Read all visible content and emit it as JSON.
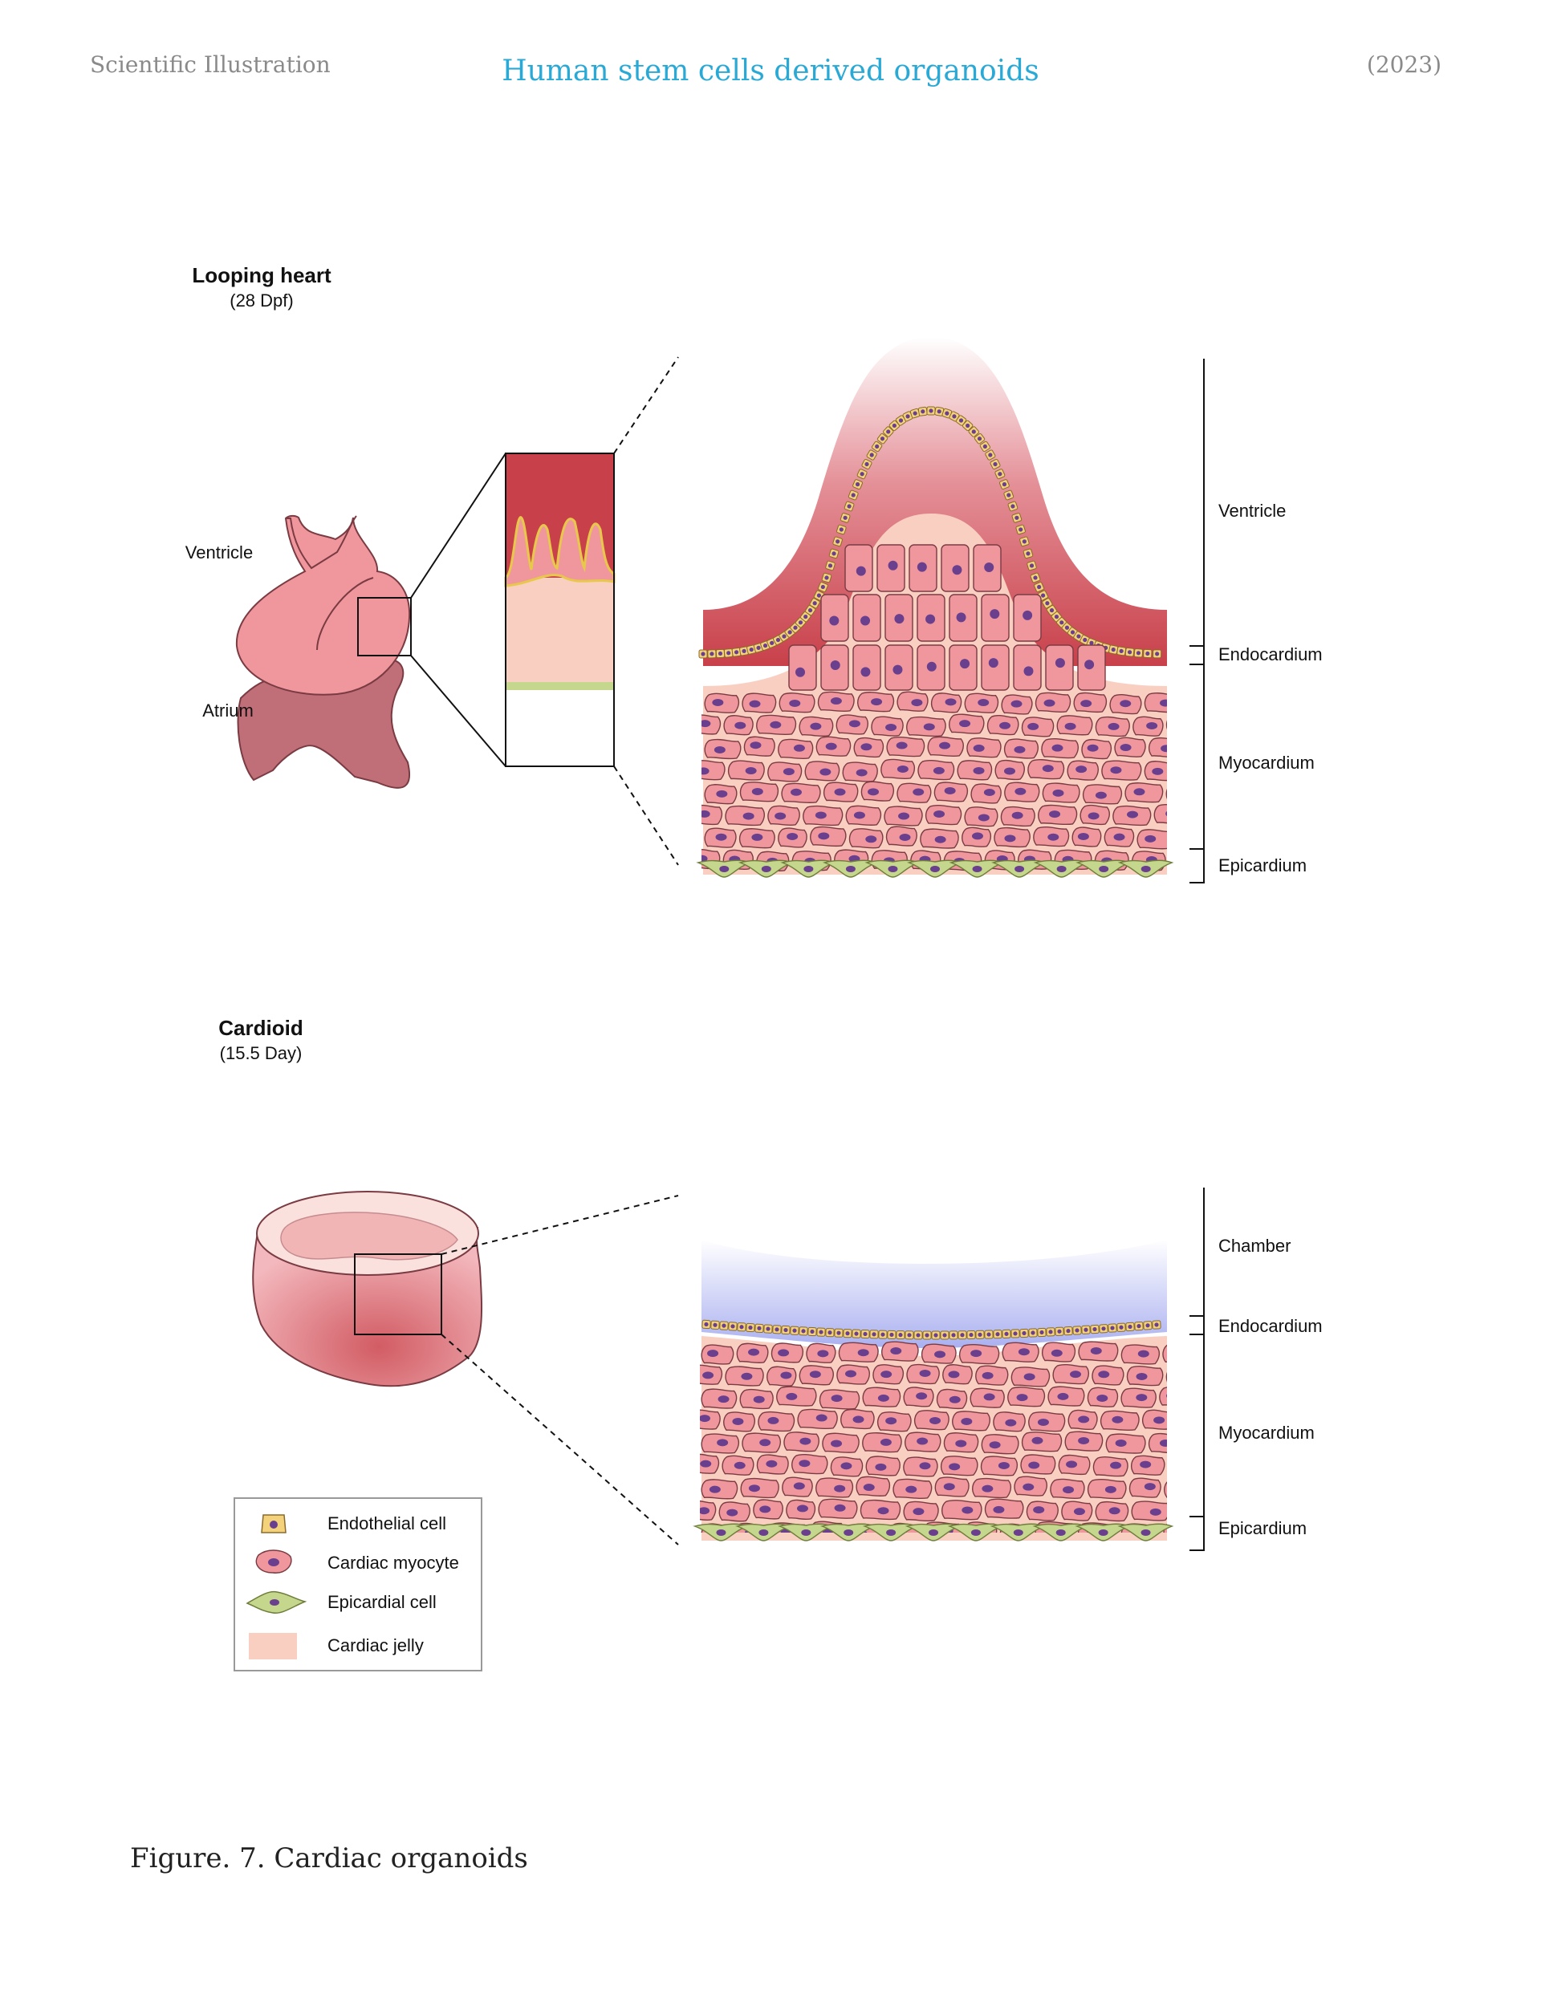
{
  "header": {
    "left": "Scientific  Illustration",
    "center": "Human stem cells derived organoids",
    "right": "(2023)"
  },
  "colors": {
    "accent": "#29a9d6",
    "muted_text": "#8a8a8a",
    "myocyte": "#f0979e",
    "nucleus": "#6a3f8e",
    "endothelial": "#f4d27c",
    "epicardial": "#c5d68d",
    "cardiac_jelly": "#f9cfc1",
    "blood": "#c8404a",
    "chamber": "#aab0f0"
  },
  "panel_top": {
    "title": "Looping heart",
    "subtitle": "(28 Dpf)",
    "ventricle_label": "Ventricle",
    "atrium_label": "Atrium",
    "layers": [
      "Ventricle",
      "Endocardium",
      "Myocardium",
      "Epicardium"
    ]
  },
  "panel_bottom": {
    "title": "Cardioid",
    "subtitle": "(15.5 Day)",
    "layers": [
      "Chamber",
      "Endocardium",
      "Myocardium",
      "Epicardium"
    ]
  },
  "legend": {
    "items": [
      {
        "icon": "endothelial-cell-icon",
        "label": "Endothelial cell"
      },
      {
        "icon": "cardiac-myocyte-icon",
        "label": "Cardiac myocyte"
      },
      {
        "icon": "epicardial-cell-icon",
        "label": "Epicardial cell"
      },
      {
        "icon": "cardiac-jelly-swatch",
        "label": "Cardiac jelly"
      }
    ]
  },
  "caption": "Figure. 7. Cardiac organoids"
}
